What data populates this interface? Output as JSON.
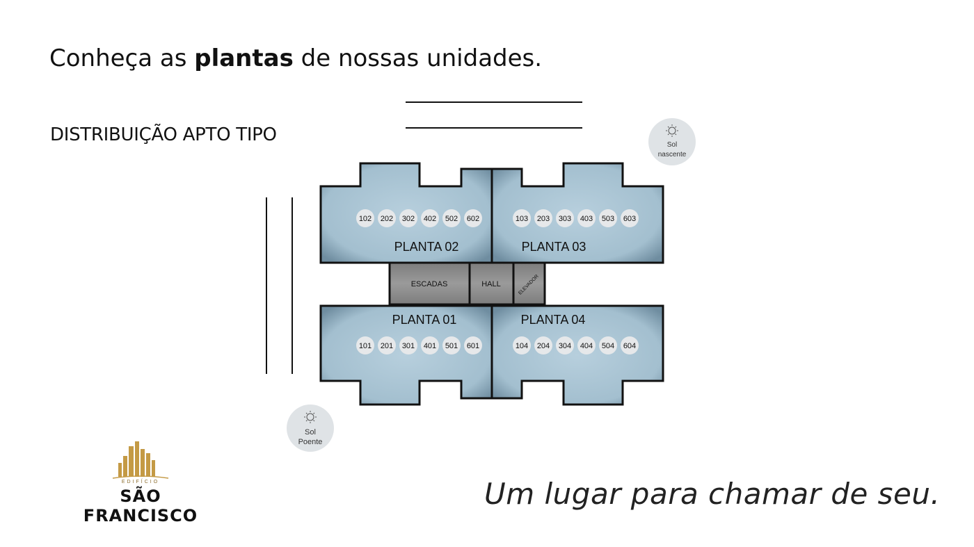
{
  "heading": {
    "pre": "Conheça as ",
    "bold": "plantas",
    "post": " de nossas unidades."
  },
  "subheading": "DISTRIBUIÇÃO APTO TIPO",
  "plan": {
    "planta_02": {
      "label": "PLANTA 02",
      "units": [
        "102",
        "202",
        "302",
        "402",
        "502",
        "602"
      ]
    },
    "planta_03": {
      "label": "PLANTA 03",
      "units": [
        "103",
        "203",
        "303",
        "403",
        "503",
        "603"
      ]
    },
    "planta_01": {
      "label": "PLANTA 01",
      "units": [
        "101",
        "201",
        "301",
        "401",
        "501",
        "601"
      ]
    },
    "planta_04": {
      "label": "PLANTA 04",
      "units": [
        "104",
        "204",
        "304",
        "404",
        "504",
        "604"
      ]
    },
    "core": {
      "stairs": "ESCADAS",
      "hall": "HALL",
      "elevator": "ELEVADOR"
    }
  },
  "sun_rise": {
    "line1": "Sol",
    "line2": "nascente"
  },
  "sun_set": {
    "line1": "Sol",
    "line2": "Poente"
  },
  "logo": {
    "sub": "EDIFÍCIO",
    "name": "SÃO FRANCISCO"
  },
  "tagline": "Um lugar para chamar de seu.",
  "colors": {
    "room_fill": "#a9c3d3",
    "room_edge": "#7f9bad",
    "core_fill": "#8e8e8e",
    "wall": "#111111",
    "sun_bg": "#dfe3e6",
    "logo_gold": "#c49a45"
  }
}
